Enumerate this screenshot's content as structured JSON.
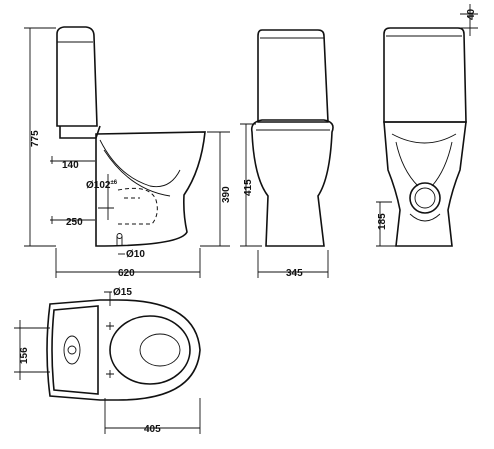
{
  "dimensions": {
    "overall_height": "775",
    "top_offset": "140",
    "outlet_diameter": "Ø102",
    "outlet_superscript": "±6",
    "outlet_height": "250",
    "pipe_diameter": "Ø10",
    "bowl_height": "390",
    "depth": "620",
    "front_height": "415",
    "front_width": "345",
    "lid_thickness": "40",
    "rear_outlet_height": "185",
    "hole_diameter": "Ø15",
    "tank_width": "156",
    "hole_spacing": "405"
  }
}
